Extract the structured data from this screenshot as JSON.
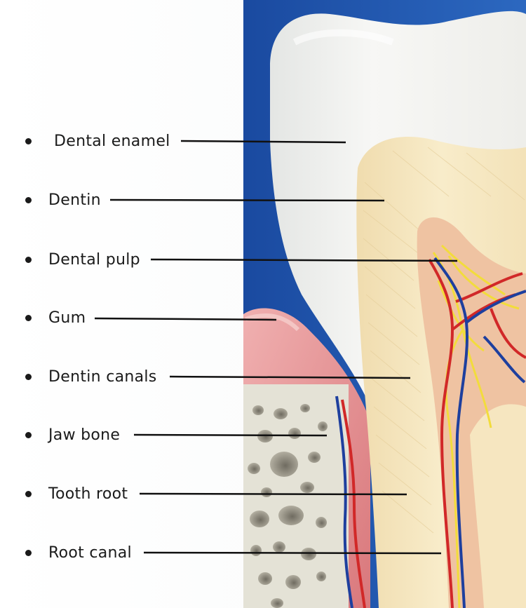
{
  "colors": {
    "background_blue": "#1e52a8",
    "enamel": "#f3f4f1",
    "dentin": "#f6e9c6",
    "pulp": "#f1c9a6",
    "gum": "#e79a9c",
    "bone": "#e2e0d3",
    "artery": "#d42a2a",
    "vein": "#1f3f9c",
    "nerve": "#f4e04a",
    "label_text": "#1a1a1a"
  },
  "labels": [
    {
      "text": "Dental enamel"
    },
    {
      "text": "Dentin"
    },
    {
      "text": "Dental pulp"
    },
    {
      "text": "Gum"
    },
    {
      "text": "Dentin canals"
    },
    {
      "text": "Jaw bone"
    },
    {
      "text": "Tooth root"
    },
    {
      "text": "Root canal"
    }
  ]
}
